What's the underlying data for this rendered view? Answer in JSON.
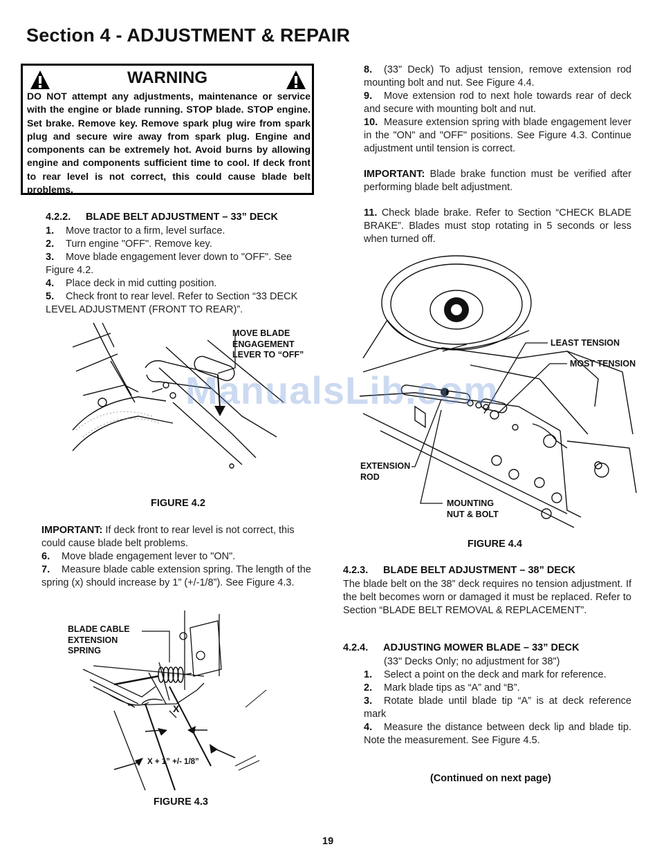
{
  "page_title": "Section 4 - ADJUSTMENT & REPAIR",
  "warning": {
    "heading": "WARNING",
    "text": "DO NOT attempt any adjustments, maintenance or service with the engine or blade running. STOP blade. STOP engine. Set brake. Remove key. Remove spark plug wire from spark plug and secure wire away from spark plug. Engine and components can be extremely hot. Avoid burns by allowing engine and components sufficient time to cool. If deck front to rear level is not correct, this could cause blade belt problems."
  },
  "s422": {
    "num": "4.2.2.",
    "title": "BLADE BELT ADJUSTMENT – 33” DECK",
    "steps": [
      {
        "n": "1.",
        "text": "Move tractor to a firm, level surface."
      },
      {
        "n": "2.",
        "text": "Turn engine \"OFF\". Remove key."
      },
      {
        "n": "3.",
        "text": "Move blade engagement lever down to \"OFF\". See Figure 4.2."
      },
      {
        "n": "4.",
        "text": "Place deck in mid cutting position."
      },
      {
        "n": "5.",
        "text": "Check front to rear level. Refer to Section “33 DECK LEVEL ADJUSTMENT (FRONT TO REAR)”."
      }
    ],
    "important_label": "IMPORTANT:",
    "important_text": " If deck front to rear level is not correct, this could cause blade belt problems.",
    "steps2": [
      {
        "n": "6.",
        "text": "Move blade engagement lever to \"ON\"."
      },
      {
        "n": "7.",
        "text": "Measure blade cable extension spring. The length of the spring (x) should increase by 1” (+/-1/8”). See Figure 4.3."
      }
    ]
  },
  "fig42": {
    "caption": "FIGURE 4.2",
    "callout": [
      "MOVE BLADE",
      "ENGAGEMENT",
      "LEVER TO “OFF”"
    ]
  },
  "fig43": {
    "caption": "FIGURE 4.3",
    "callout": [
      "BLADE CABLE",
      "EXTENSION",
      "SPRING"
    ],
    "x_label": "X",
    "x_plus_label": "X + 1” +/- 1/8”"
  },
  "right": {
    "steps": [
      {
        "n": "8.",
        "text": "(33\" Deck) To adjust tension, remove extension rod mounting bolt and nut. See Figure 4.4."
      },
      {
        "n": "9.",
        "text": "Move extension rod to next hole towards rear of deck and secure with mounting bolt and nut."
      },
      {
        "n": "10.",
        "text": "Measure extension spring with blade engagement lever in the \"ON\" and \"OFF\" positions. See Figure 4.3. Continue adjustment until tension is correct."
      }
    ],
    "important_label": "IMPORTANT:",
    "important_text": " Blade brake function must be verified after performing blade belt adjustment.",
    "step11_n": "11.",
    "step11_text": " Check blade brake. Refer to Section “CHECK BLADE BRAKE”. Blades must stop rotating in 5 seconds or less when turned off."
  },
  "fig44": {
    "caption": "FIGURE 4.4",
    "least": "LEAST TENSION",
    "most": "MOST TENSION",
    "ext_rod": [
      "EXTENSION",
      "ROD"
    ],
    "mount": [
      "MOUNTING",
      "NUT & BOLT"
    ]
  },
  "s423": {
    "num": "4.2.3.",
    "title": "BLADE BELT ADJUSTMENT – 38” DECK",
    "text": "The blade belt on the 38” deck requires no tension adjustment. If the belt becomes worn or damaged it must be replaced. Refer to Section “BLADE BELT REMOVAL & REPLACEMENT”."
  },
  "s424": {
    "num": "4.2.4.",
    "title": "ADJUSTING MOWER BLADE – 33” DECK",
    "note": "(33\" Decks Only; no adjustment for 38\")",
    "steps": [
      {
        "n": "1.",
        "text": "Select a point on the deck and mark for reference."
      },
      {
        "n": "2.",
        "text": "Mark blade tips as “A” and “B”."
      },
      {
        "n": "3.",
        "text": "Rotate blade until blade tip “A” is at deck reference mark"
      },
      {
        "n": "4.",
        "text": "Measure the distance between deck lip and blade tip. Note the measurement. See Figure 4.5."
      }
    ]
  },
  "continued": "(Continued on next page)",
  "page_number": "19",
  "watermark": "ManualsLib.com"
}
